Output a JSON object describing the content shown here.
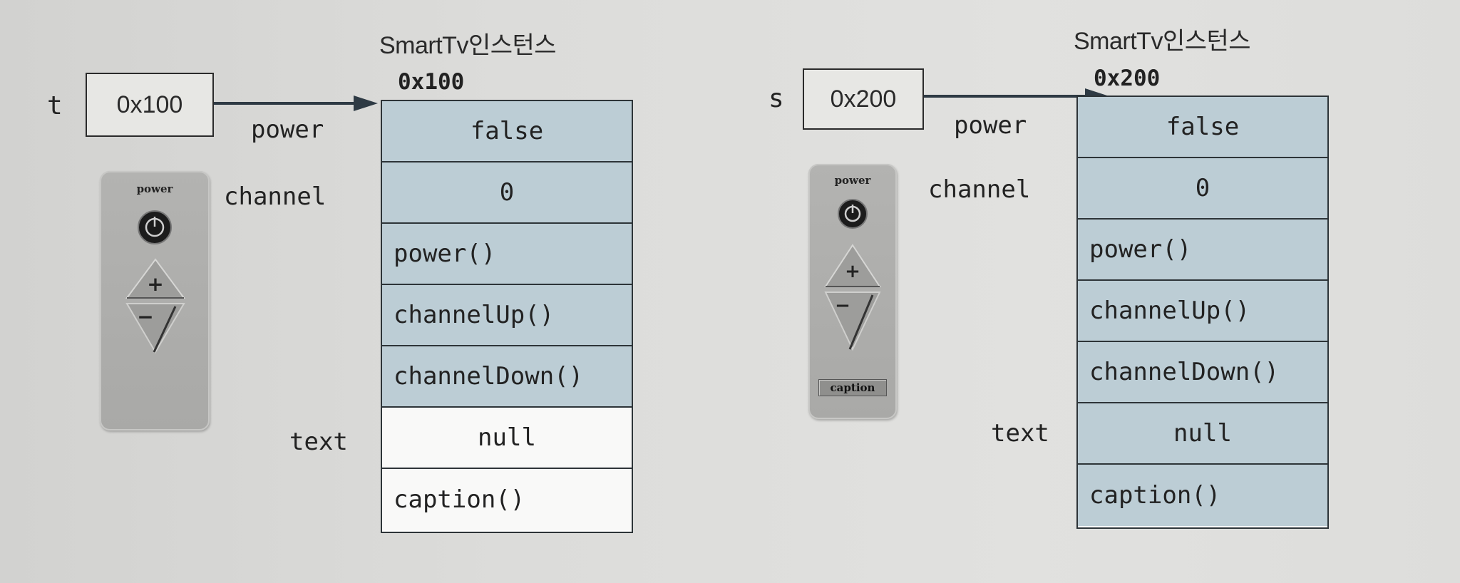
{
  "instances": [
    {
      "title": "SmartTv인스턴스",
      "address": "0x100",
      "var_name": "t",
      "ref_value": "0x100",
      "field_labels": {
        "power": "power",
        "channel": "channel",
        "text": "text"
      },
      "cells": [
        "false",
        "0",
        "power()",
        "channelUp()",
        "channelDown()",
        "null",
        "caption()"
      ],
      "remote": {
        "power_label": "power",
        "plus": "+",
        "minus": "−",
        "caption_label": null
      }
    },
    {
      "title": "SmartTv인스턴스",
      "address": "0x200",
      "var_name": "s",
      "ref_value": "0x200",
      "field_labels": {
        "power": "power",
        "channel": "channel",
        "text": "text"
      },
      "cells": [
        "false",
        "0",
        "power()",
        "channelUp()",
        "channelDown()",
        "null",
        "caption()"
      ],
      "remote": {
        "power_label": "power",
        "plus": "+",
        "minus": "−",
        "caption_label": "caption"
      }
    }
  ],
  "colors": {
    "shaded_cell": "#bccdd5",
    "plain_cell": "#f9f9f8",
    "arrow": "#2e3a44",
    "remote_body": "#adadab"
  },
  "icons": [
    "power-button-icon",
    "channel-up-triangle-icon",
    "channel-down-triangle-icon",
    "arrow-icon"
  ]
}
